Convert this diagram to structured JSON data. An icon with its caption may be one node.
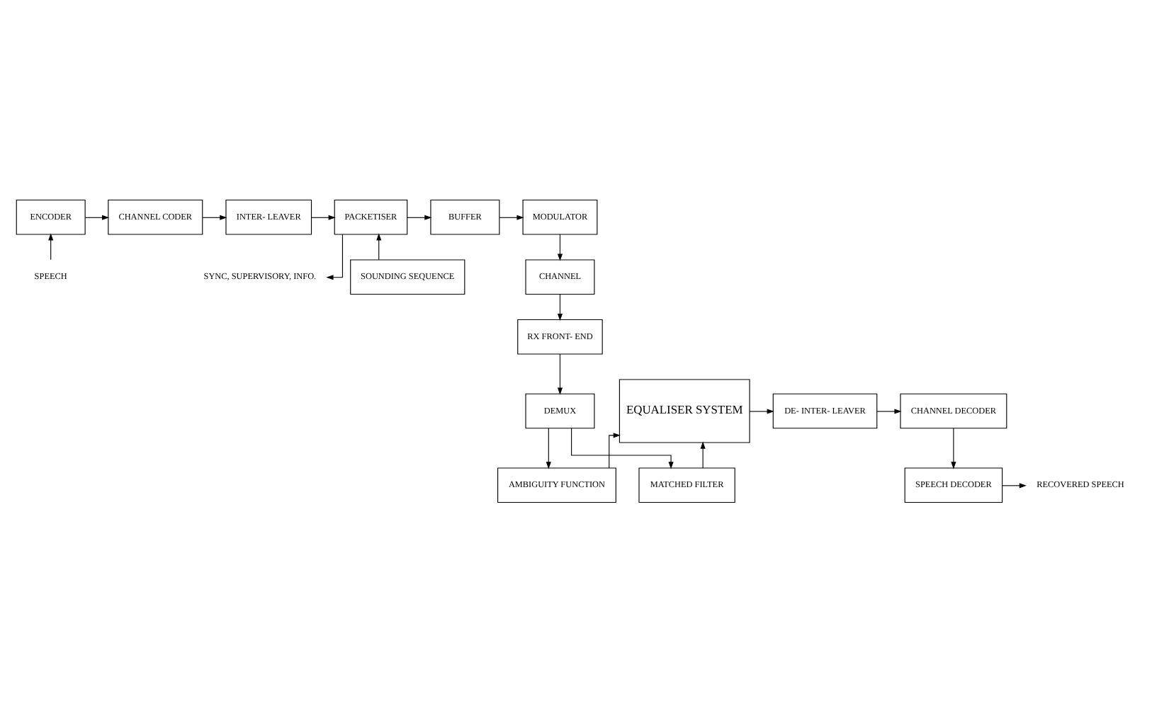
{
  "diagram": {
    "nodes": [
      {
        "text": [
          "ENCODER"
        ]
      },
      {
        "text": [
          "CHANNEL CODER"
        ]
      },
      {
        "text": [
          "INTER- LEAVER"
        ]
      },
      {
        "text": [
          "PACKETISER"
        ]
      },
      {
        "text": [
          "BUFFER"
        ]
      },
      {
        "text": [
          "MODULATOR"
        ]
      },
      {
        "text": [
          "SPEECH"
        ]
      },
      {
        "text": [
          "SYNC, SUPERVISORY, INFO."
        ]
      },
      {
        "text": [
          "SOUNDING SEQUENCE"
        ]
      },
      {
        "text": [
          "CHANNEL"
        ]
      },
      {
        "text": [
          "AMBIGUITY FUNCTION"
        ]
      },
      {
        "text": [
          "RX FRONT- END"
        ]
      },
      {
        "text": [
          "CHANNEL DECODER"
        ]
      },
      {
        "text": [
          "DE- INTER- LEAVER"
        ]
      },
      {
        "text": [
          "EQUALISER SYSTEM"
        ]
      },
      {
        "text": [
          "DEMUX"
        ]
      },
      {
        "text": [
          "MATCHED FILTER"
        ]
      },
      {
        "text": [
          "SPEECH DECODER"
        ]
      },
      {
        "text": [
          "RECOVERED SPEECH"
        ]
      }
    ],
    "edges": [
      {
        "from": 0,
        "to": 1,
        "arrow": "to"
      },
      {
        "from": 1,
        "to": 2,
        "arrow": "to"
      },
      {
        "from": 2,
        "to": 3,
        "arrow": "to"
      },
      {
        "from": 3,
        "to": 4,
        "arrow": "to"
      },
      {
        "from": 4,
        "to": 5,
        "arrow": "to"
      },
      {
        "from": 6,
        "to": 0,
        "arrow": "to"
      },
      {
        "from": 3,
        "to": 7,
        "arrow": "to"
      },
      {
        "from": 8,
        "to": 3,
        "arrow": "to"
      },
      {
        "from": 5,
        "to": 9,
        "arrow": "to"
      },
      {
        "from": 9,
        "to": 11,
        "arrow": "to"
      },
      {
        "from": 11,
        "to": 15,
        "arrow": "to"
      },
      {
        "from": 15,
        "to": 10,
        "arrow": "to"
      },
      {
        "from": 15,
        "to": 16,
        "arrow": "to"
      },
      {
        "from": 10,
        "to": 14,
        "arrow": "to"
      },
      {
        "from": 16,
        "to": 14,
        "arrow": "to"
      },
      {
        "from": 14,
        "to": 13,
        "arrow": "to"
      },
      {
        "from": 13,
        "to": 12,
        "arrow": "to"
      },
      {
        "from": 12,
        "to": 17,
        "arrow": "to"
      },
      {
        "from": 17,
        "to": 18,
        "arrow": "to"
      }
    ]
  }
}
